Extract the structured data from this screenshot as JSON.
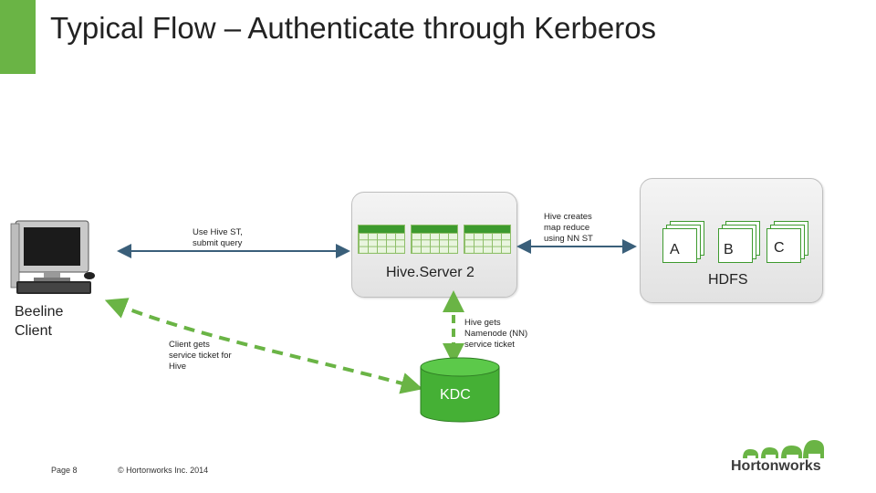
{
  "title": "Typical Flow – Authenticate through Kerberos",
  "client": {
    "label_line1": "Beeline",
    "label_line2": "Client"
  },
  "hive_server": {
    "label": "Hive.Server 2"
  },
  "hdfs": {
    "label": "HDFS",
    "blocks": [
      "A",
      "B",
      "C"
    ]
  },
  "kdc": {
    "label": "KDC"
  },
  "annotations": {
    "use_hive_st_1": "Use Hive ST,",
    "use_hive_st_2": "submit query",
    "hive_creates_1": "Hive creates",
    "hive_creates_2": "map reduce",
    "hive_creates_3": "using NN ST",
    "client_gets_1": "Client gets",
    "client_gets_2": "service ticket for",
    "client_gets_3": "Hive",
    "hive_gets_1": "Hive gets",
    "hive_gets_2": "Namenode (NN)",
    "hive_gets_3": "service ticket"
  },
  "footer": {
    "page": "Page 8",
    "copyright": "© Hortonworks Inc. 2014",
    "brand": "Hortonworks"
  },
  "colors": {
    "accent": "#6ab445",
    "arrow": "#3a5f7a",
    "kdc": "#45b035",
    "dashed": "#6ab445"
  }
}
